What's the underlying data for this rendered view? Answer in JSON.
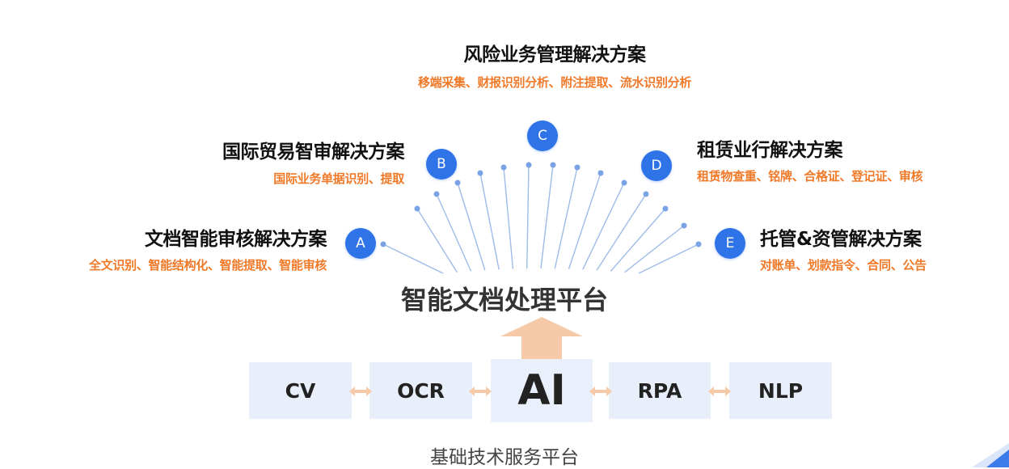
{
  "solutions": [
    {
      "letter": "A",
      "title": "文档智能审核解决方案",
      "desc": "全文识别、智能结构化、智能提取、智能审核"
    },
    {
      "letter": "B",
      "title": "国际贸易智审解决方案",
      "desc": "国际业务单据识别、提取"
    },
    {
      "letter": "C",
      "title": "风险业务管理解决方案",
      "desc": "移端采集、财报识别分析、附注提取、流水识别分析"
    },
    {
      "letter": "D",
      "title": "租赁业行解决方案",
      "desc": "租赁物查重、铭牌、合格证、登记证、审核"
    },
    {
      "letter": "E",
      "title": "托管&资管解决方案",
      "desc": "对账单、划款指令、合同、公告"
    }
  ],
  "platform": {
    "title": "智能文档处理平台"
  },
  "tech": [
    {
      "label": "CV"
    },
    {
      "label": "OCR"
    },
    {
      "label": "AI"
    },
    {
      "label": "RPA"
    },
    {
      "label": "NLP"
    }
  ],
  "base": {
    "title": "基础技术服务平台"
  },
  "colors": {
    "badge": "#2f73e8",
    "desc": "#f07a2a",
    "ray": "#9fbbe8",
    "arrow": "#f6c9a8",
    "box": "#e8eefa"
  }
}
